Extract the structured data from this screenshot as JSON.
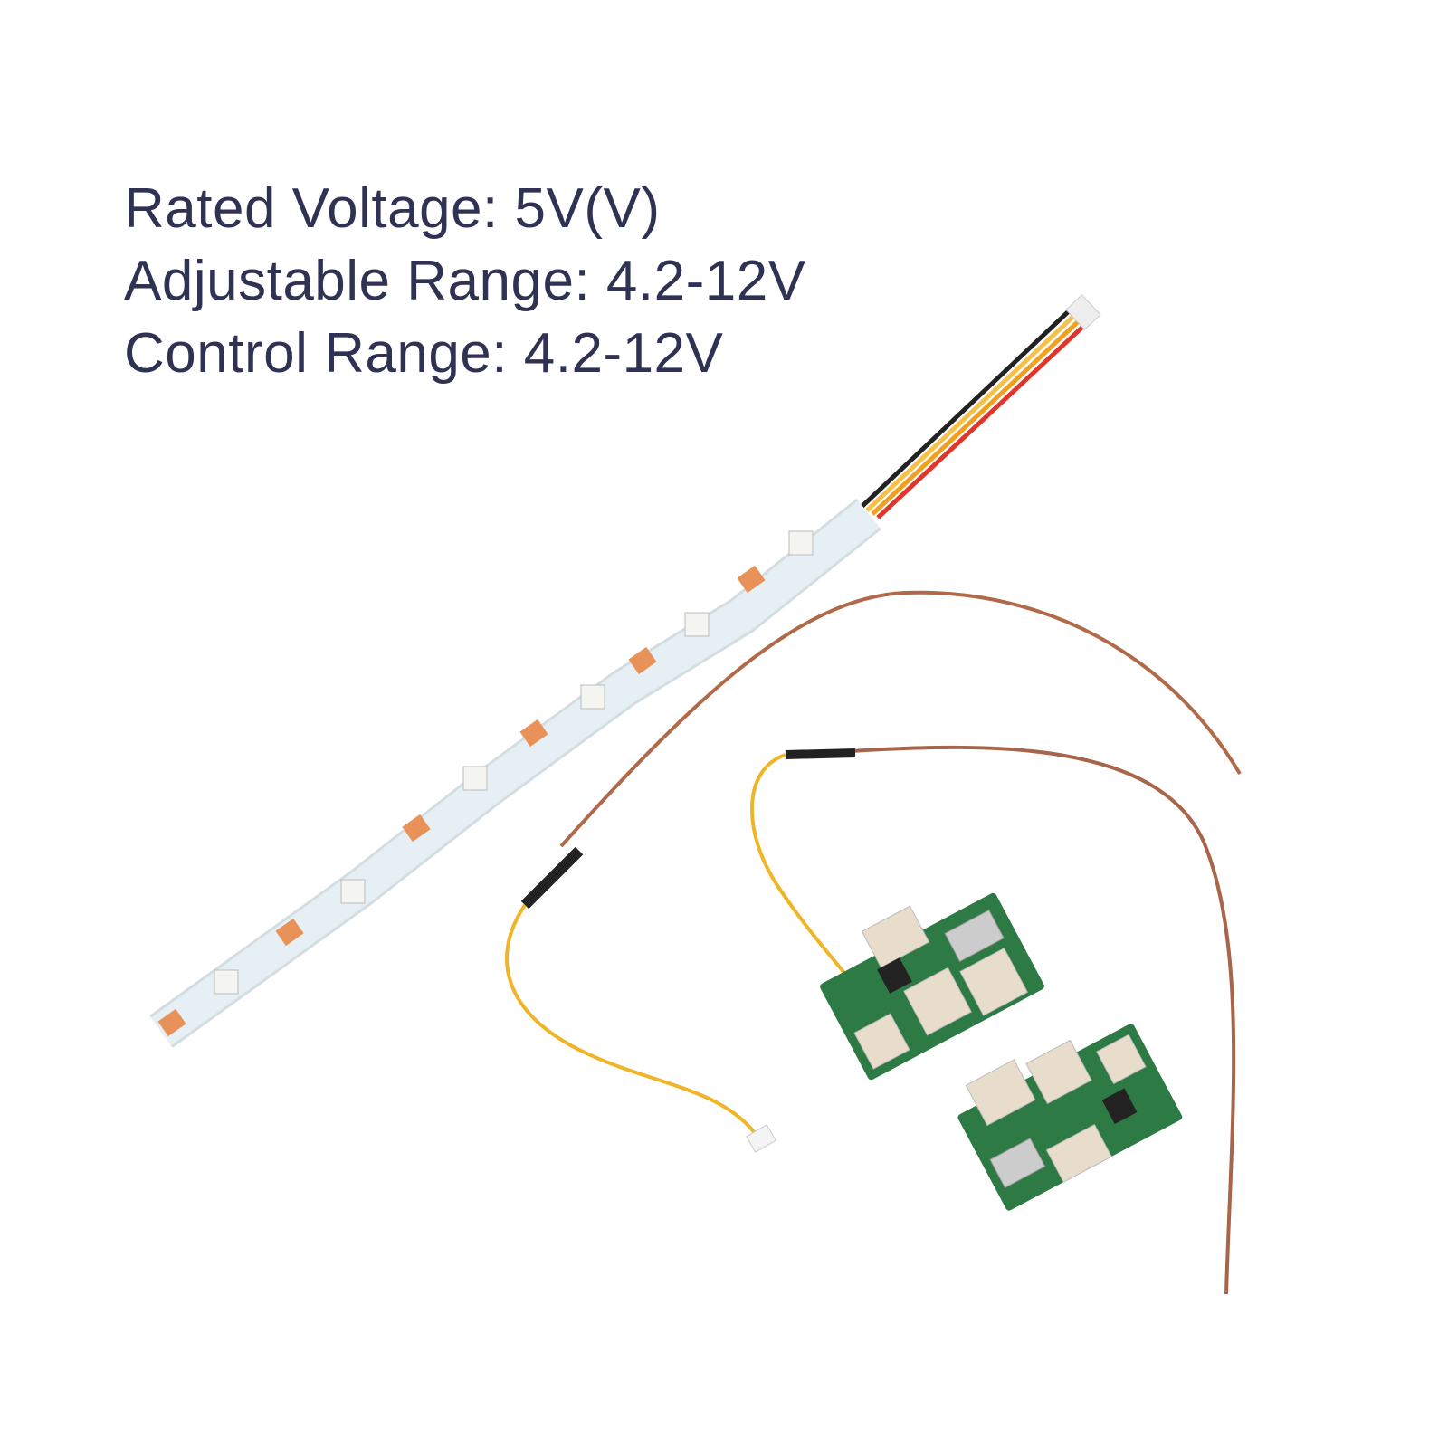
{
  "specs": {
    "rated_voltage": "Rated Voltage: 5V(V)",
    "adjustable_range": "Adjustable Range: 4.2-12V",
    "control_range": "Control Range: 4.2-12V"
  },
  "colors": {
    "text": "#2f3252",
    "strip": "#e4eef2",
    "pcb": "#2e7a45",
    "copper": "#b06a4a",
    "yellow_wire": "#f0b526"
  }
}
